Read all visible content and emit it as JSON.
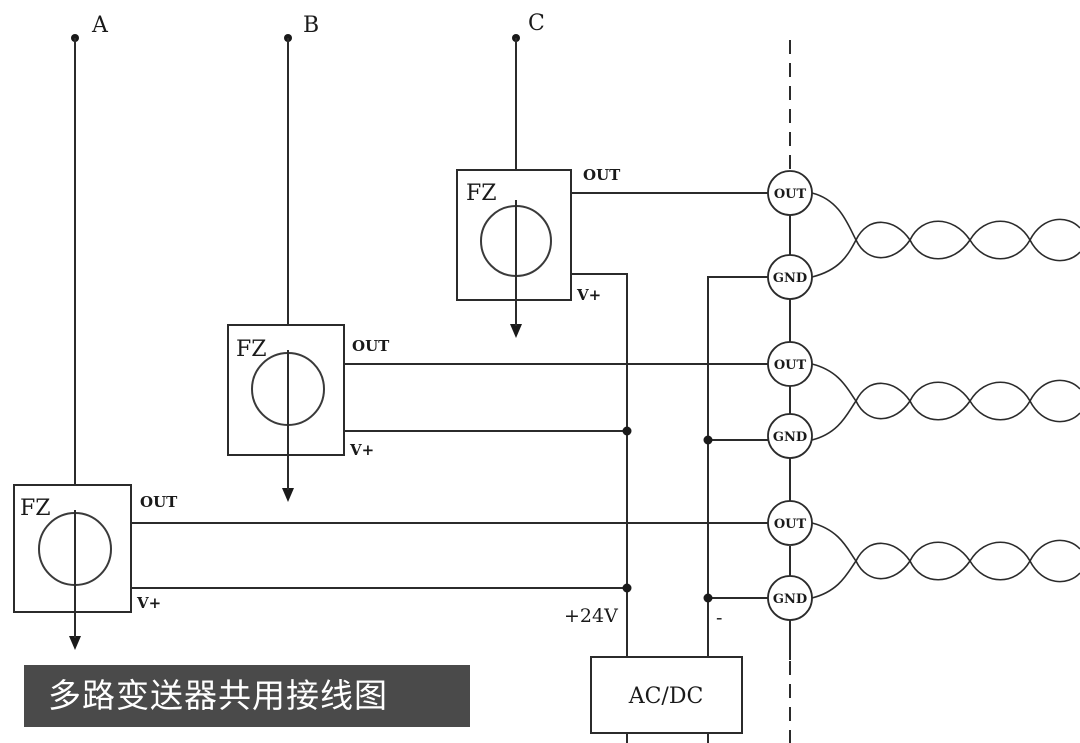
{
  "bus_labels": {
    "a": "A",
    "b": "B",
    "c": "C"
  },
  "transmitters": [
    {
      "label": "FZ",
      "out_label": "OUT",
      "vplus_label": "V+"
    },
    {
      "label": "FZ",
      "out_label": "OUT",
      "vplus_label": "V+"
    },
    {
      "label": "FZ",
      "out_label": "OUT",
      "vplus_label": "V+"
    }
  ],
  "terminals": {
    "out_label": "OUT",
    "gnd_label": "GND"
  },
  "supply": {
    "positive_label": "+24V",
    "negative_label": "-",
    "box_label": "AC/DC"
  },
  "caption": "多路变送器共用接线图"
}
